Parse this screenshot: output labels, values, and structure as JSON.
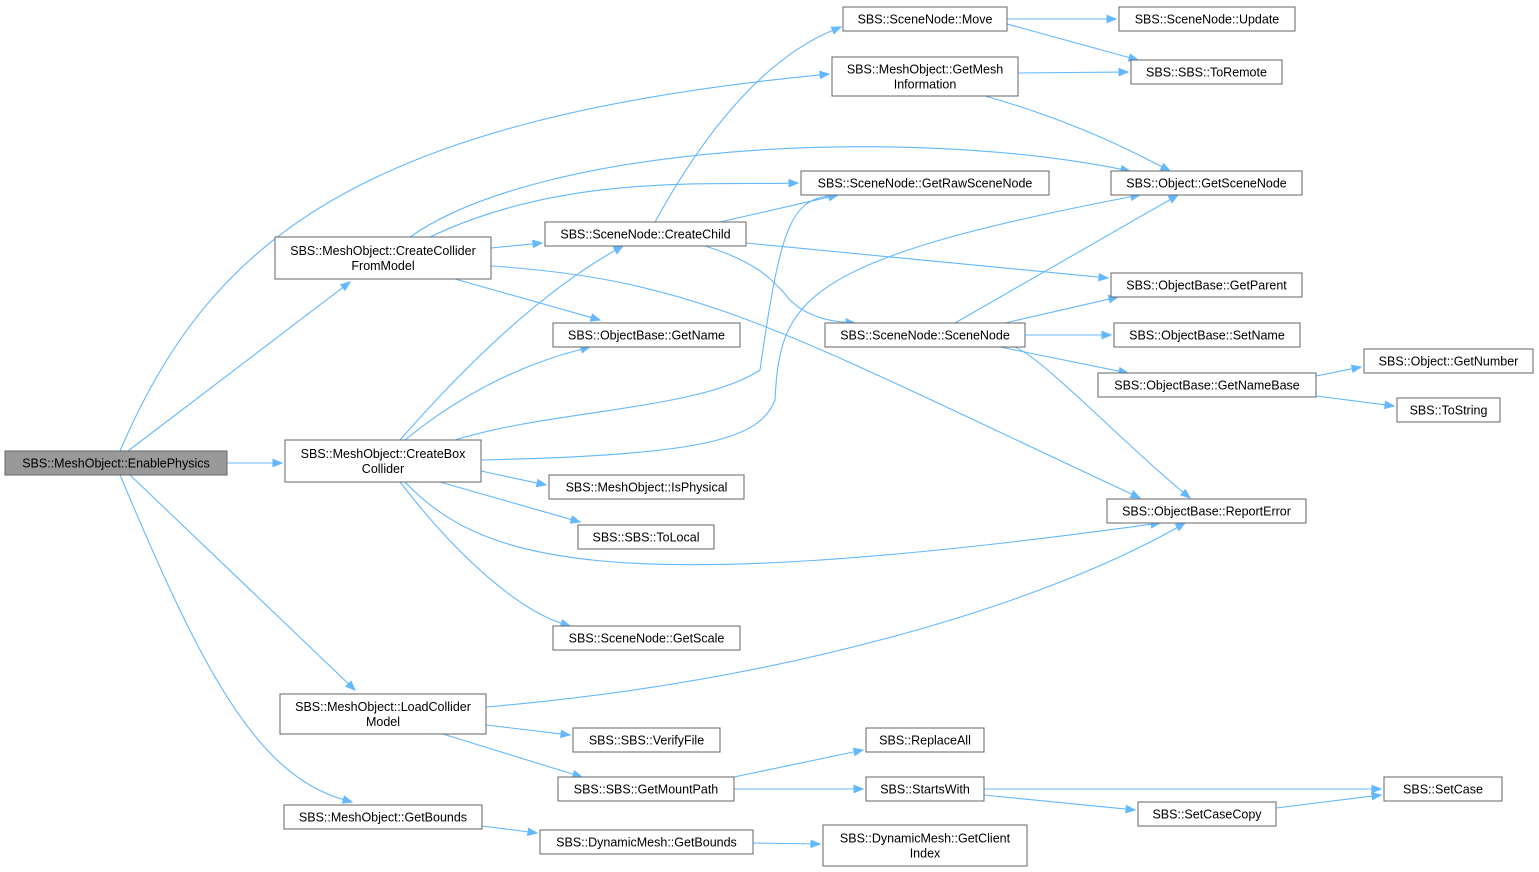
{
  "graph": {
    "nodes": [
      {
        "id": "n_enable",
        "root": true,
        "lines": [
          "SBS::MeshObject::EnablePhysics"
        ]
      },
      {
        "id": "n_ccfm",
        "lines": [
          "SBS::MeshObject::CreateCollider",
          "FromModel"
        ]
      },
      {
        "id": "n_cbc",
        "lines": [
          "SBS::MeshObject::CreateBox",
          "Collider"
        ]
      },
      {
        "id": "n_lcm",
        "lines": [
          "SBS::MeshObject::LoadCollider",
          "Model"
        ]
      },
      {
        "id": "n_mo_getbounds",
        "lines": [
          "SBS::MeshObject::GetBounds"
        ]
      },
      {
        "id": "n_sn_move",
        "lines": [
          "SBS::SceneNode::Move"
        ]
      },
      {
        "id": "n_getmeshinfo",
        "lines": [
          "SBS::MeshObject::GetMesh",
          "Information"
        ]
      },
      {
        "id": "n_getrawscenenode",
        "lines": [
          "SBS::SceneNode::GetRawSceneNode"
        ]
      },
      {
        "id": "n_createchild",
        "lines": [
          "SBS::SceneNode::CreateChild"
        ]
      },
      {
        "id": "n_getname",
        "lines": [
          "SBS::ObjectBase::GetName"
        ]
      },
      {
        "id": "n_scenenode",
        "lines": [
          "SBS::SceneNode::SceneNode"
        ]
      },
      {
        "id": "n_isphysical",
        "lines": [
          "SBS::MeshObject::IsPhysical"
        ]
      },
      {
        "id": "n_tolocal",
        "lines": [
          "SBS::SBS::ToLocal"
        ]
      },
      {
        "id": "n_getscale",
        "lines": [
          "SBS::SceneNode::GetScale"
        ]
      },
      {
        "id": "n_verifyfile",
        "lines": [
          "SBS::SBS::VerifyFile"
        ]
      },
      {
        "id": "n_getmountpath",
        "lines": [
          "SBS::SBS::GetMountPath"
        ]
      },
      {
        "id": "n_dm_getbounds",
        "lines": [
          "SBS::DynamicMesh::GetBounds"
        ]
      },
      {
        "id": "n_replaceall",
        "lines": [
          "SBS::ReplaceAll"
        ]
      },
      {
        "id": "n_startswith",
        "lines": [
          "SBS::StartsWith"
        ]
      },
      {
        "id": "n_getclientindex",
        "lines": [
          "SBS::DynamicMesh::GetClient",
          "Index"
        ]
      },
      {
        "id": "n_update",
        "lines": [
          "SBS::SceneNode::Update"
        ]
      },
      {
        "id": "n_toremote",
        "lines": [
          "SBS::SBS::ToRemote"
        ]
      },
      {
        "id": "n_getscenenode",
        "lines": [
          "SBS::Object::GetSceneNode"
        ]
      },
      {
        "id": "n_getparent",
        "lines": [
          "SBS::ObjectBase::GetParent"
        ]
      },
      {
        "id": "n_setname",
        "lines": [
          "SBS::ObjectBase::SetName"
        ]
      },
      {
        "id": "n_getnamebase",
        "lines": [
          "SBS::ObjectBase::GetNameBase"
        ]
      },
      {
        "id": "n_reporterror",
        "lines": [
          "SBS::ObjectBase::ReportError"
        ]
      },
      {
        "id": "n_setcasecopy",
        "lines": [
          "SBS::SetCaseCopy"
        ]
      },
      {
        "id": "n_getnumber",
        "lines": [
          "SBS::Object::GetNumber"
        ]
      },
      {
        "id": "n_tostring",
        "lines": [
          "SBS::ToString"
        ]
      },
      {
        "id": "n_setcase",
        "lines": [
          "SBS::SetCase"
        ]
      }
    ],
    "edges": [
      {
        "from": "n_enable",
        "to": "n_ccfm"
      },
      {
        "from": "n_enable",
        "to": "n_cbc"
      },
      {
        "from": "n_enable",
        "to": "n_lcm"
      },
      {
        "from": "n_enable",
        "to": "n_mo_getbounds"
      },
      {
        "from": "n_enable",
        "to": "n_getmeshinfo"
      },
      {
        "from": "n_ccfm",
        "to": "n_getrawscenenode"
      },
      {
        "from": "n_ccfm",
        "to": "n_createchild"
      },
      {
        "from": "n_ccfm",
        "to": "n_getname"
      },
      {
        "from": "n_ccfm",
        "to": "n_getscenenode"
      },
      {
        "from": "n_ccfm",
        "to": "n_reporterror"
      },
      {
        "from": "n_cbc",
        "to": "n_createchild"
      },
      {
        "from": "n_cbc",
        "to": "n_getname"
      },
      {
        "from": "n_cbc",
        "to": "n_getrawscenenode"
      },
      {
        "from": "n_cbc",
        "to": "n_getscenenode"
      },
      {
        "from": "n_cbc",
        "to": "n_isphysical"
      },
      {
        "from": "n_cbc",
        "to": "n_tolocal"
      },
      {
        "from": "n_cbc",
        "to": "n_getscale"
      },
      {
        "from": "n_cbc",
        "to": "n_reporterror"
      },
      {
        "from": "n_lcm",
        "to": "n_reporterror"
      },
      {
        "from": "n_lcm",
        "to": "n_verifyfile"
      },
      {
        "from": "n_lcm",
        "to": "n_getmountpath"
      },
      {
        "from": "n_mo_getbounds",
        "to": "n_dm_getbounds"
      },
      {
        "from": "n_createchild",
        "to": "n_sn_move"
      },
      {
        "from": "n_createchild",
        "to": "n_getrawscenenode"
      },
      {
        "from": "n_createchild",
        "to": "n_getparent"
      },
      {
        "from": "n_createchild",
        "to": "n_scenenode"
      },
      {
        "from": "n_sn_move",
        "to": "n_update"
      },
      {
        "from": "n_sn_move",
        "to": "n_toremote"
      },
      {
        "from": "n_getmeshinfo",
        "to": "n_toremote"
      },
      {
        "from": "n_getmeshinfo",
        "to": "n_getscenenode"
      },
      {
        "from": "n_scenenode",
        "to": "n_getscenenode"
      },
      {
        "from": "n_scenenode",
        "to": "n_getparent"
      },
      {
        "from": "n_scenenode",
        "to": "n_setname"
      },
      {
        "from": "n_scenenode",
        "to": "n_getnamebase"
      },
      {
        "from": "n_scenenode",
        "to": "n_reporterror"
      },
      {
        "from": "n_getnamebase",
        "to": "n_getnumber"
      },
      {
        "from": "n_getnamebase",
        "to": "n_tostring"
      },
      {
        "from": "n_getmountpath",
        "to": "n_replaceall"
      },
      {
        "from": "n_getmountpath",
        "to": "n_startswith"
      },
      {
        "from": "n_startswith",
        "to": "n_setcase"
      },
      {
        "from": "n_startswith",
        "to": "n_setcasecopy"
      },
      {
        "from": "n_setcasecopy",
        "to": "n_setcase"
      },
      {
        "from": "n_dm_getbounds",
        "to": "n_getclientindex"
      }
    ]
  },
  "colors": {
    "edge": "#63b8ff",
    "node_border": "#666666",
    "node_fill": "#ffffff",
    "root_fill": "#999999",
    "text": "#000000"
  }
}
